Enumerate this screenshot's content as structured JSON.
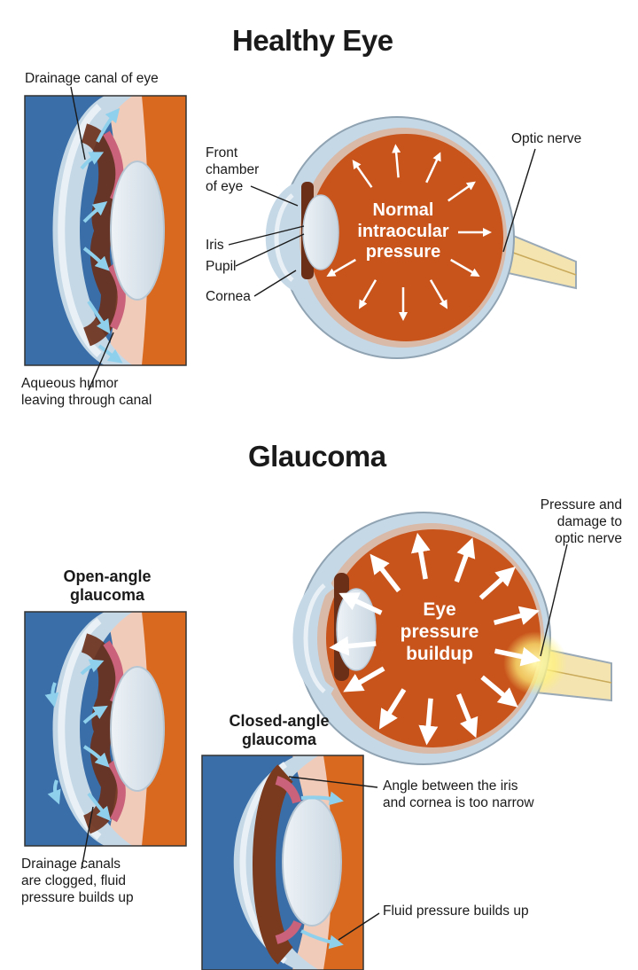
{
  "colors": {
    "outer_blue": "#3a6ea8",
    "orange_tissue": "#d9691e",
    "eye_inner": "#c8531b",
    "lens": "#dbe6ef",
    "sclera": "#c5d8e6",
    "iris_brown": "#6b2f18",
    "nerve": "#f4e4b0",
    "glow": "#fff27a",
    "arrow_blue": "#8fd0ec"
  },
  "icons": [
    "pressure-arrow-icon",
    "fluid-flow-arrow-icon",
    "glow-icon"
  ],
  "healthy": {
    "title": "Healthy Eye",
    "inset": {
      "label_top": "Drainage canal of eye",
      "label_bottom": "Aqueous humor\nleaving through canal"
    },
    "labels": {
      "front_chamber": "Front\nchamber\nof eye",
      "iris": "Iris",
      "pupil": "Pupil",
      "cornea": "Cornea",
      "optic_nerve": "Optic nerve"
    },
    "center_text": "Normal\nintraocular\npressure"
  },
  "glaucoma": {
    "title": "Glaucoma",
    "open_angle": {
      "title": "Open-angle\nglaucoma",
      "caption": "Drainage canals\nare clogged, fluid\npressure builds up"
    },
    "closed_angle": {
      "title": "Closed-angle\nglaucoma",
      "label_top": "Angle between the iris\nand cornea is too narrow",
      "label_bottom": "Fluid pressure builds up"
    },
    "optic_label": "Pressure and\ndamage to\noptic nerve",
    "center_text": "Eye\npressure\nbuildup"
  }
}
